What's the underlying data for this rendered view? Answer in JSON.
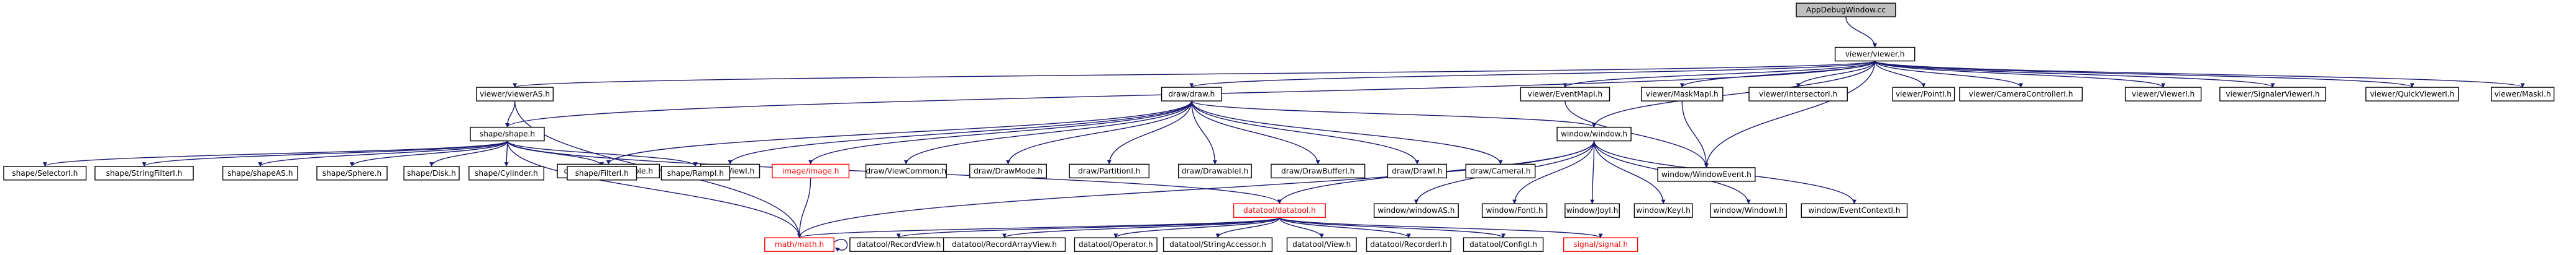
{
  "graph": {
    "colors": {
      "root_fill": "#bfbfbf",
      "node_fill": "#ffffff",
      "node_stroke": "#000000",
      "incomplete_stroke": "#ff0000",
      "edge": "#191970",
      "text": "#000000"
    },
    "nodes": [
      {
        "id": "appdebug",
        "label": "AppDebugWindow.cc",
        "type": "root"
      },
      {
        "id": "viewer",
        "label": "viewer/viewer.h",
        "type": "file"
      },
      {
        "id": "viewerAS",
        "label": "viewer/viewerAS.h",
        "type": "file"
      },
      {
        "id": "draw",
        "label": "draw/draw.h",
        "type": "file"
      },
      {
        "id": "eventMap",
        "label": "viewer/EventMapI.h",
        "type": "file"
      },
      {
        "id": "maskMap",
        "label": "viewer/MaskMapI.h",
        "type": "file"
      },
      {
        "id": "intersector",
        "label": "viewer/IntersectorI.h",
        "type": "file"
      },
      {
        "id": "pointI",
        "label": "viewer/PointI.h",
        "type": "file"
      },
      {
        "id": "camController",
        "label": "viewer/CameraControllerI.h",
        "type": "file"
      },
      {
        "id": "viewerI",
        "label": "viewer/ViewerI.h",
        "type": "file"
      },
      {
        "id": "signalerViewer",
        "label": "viewer/SignalerViewerI.h",
        "type": "file"
      },
      {
        "id": "quickViewer",
        "label": "viewer/QuickViewerI.h",
        "type": "file"
      },
      {
        "id": "maskI",
        "label": "viewer/MaskI.h",
        "type": "file"
      },
      {
        "id": "shape",
        "label": "shape/shape.h",
        "type": "file"
      },
      {
        "id": "camEditable",
        "label": "draw/CameraEditable.h",
        "type": "file"
      },
      {
        "id": "drawViewI",
        "label": "draw/ViewI.h",
        "type": "file"
      },
      {
        "id": "image",
        "label": "image/image.h",
        "type": "incomplete"
      },
      {
        "id": "viewCommon",
        "label": "draw/ViewCommon.h",
        "type": "file"
      },
      {
        "id": "drawMode",
        "label": "draw/DrawMode.h",
        "type": "file"
      },
      {
        "id": "partition",
        "label": "draw/PartitionI.h",
        "type": "file"
      },
      {
        "id": "drawable",
        "label": "draw/DrawableI.h",
        "type": "file"
      },
      {
        "id": "drawBuffer",
        "label": "draw/DrawBufferI.h",
        "type": "file"
      },
      {
        "id": "drawerI",
        "label": "draw/DrawI.h",
        "type": "file"
      },
      {
        "id": "cameraI",
        "label": "draw/CameraI.h",
        "type": "file"
      },
      {
        "id": "window",
        "label": "window/window.h",
        "type": "file"
      },
      {
        "id": "windowEvent",
        "label": "window/WindowEvent.h",
        "type": "file"
      },
      {
        "id": "selector",
        "label": "shape/SelectorI.h",
        "type": "file"
      },
      {
        "id": "stringFilter",
        "label": "shape/StringFilterI.h",
        "type": "file"
      },
      {
        "id": "shapeAS",
        "label": "shape/shapeAS.h",
        "type": "file"
      },
      {
        "id": "sphere",
        "label": "shape/Sphere.h",
        "type": "file"
      },
      {
        "id": "disk",
        "label": "shape/Disk.h",
        "type": "file"
      },
      {
        "id": "cylinder",
        "label": "shape/Cylinder.h",
        "type": "file"
      },
      {
        "id": "filterI",
        "label": "shape/FilterI.h",
        "type": "file"
      },
      {
        "id": "rampI",
        "label": "shape/RampI.h",
        "type": "file"
      },
      {
        "id": "datatool",
        "label": "datatool/datatool.h",
        "type": "incomplete"
      },
      {
        "id": "windowAS",
        "label": "window/windowAS.h",
        "type": "file"
      },
      {
        "id": "fontI",
        "label": "window/FontI.h",
        "type": "file"
      },
      {
        "id": "joyI",
        "label": "window/JoyI.h",
        "type": "file"
      },
      {
        "id": "keyI",
        "label": "window/KeyI.h",
        "type": "file"
      },
      {
        "id": "windowI",
        "label": "window/WindowI.h",
        "type": "file"
      },
      {
        "id": "eventContext",
        "label": "window/EventContextI.h",
        "type": "file"
      },
      {
        "id": "math",
        "label": "math/math.h",
        "type": "incomplete"
      },
      {
        "id": "recordView",
        "label": "datatool/RecordView.h",
        "type": "file"
      },
      {
        "id": "recordArrayView",
        "label": "datatool/RecordArrayView.h",
        "type": "file"
      },
      {
        "id": "operator",
        "label": "datatool/Operator.h",
        "type": "file"
      },
      {
        "id": "stringAccessor",
        "label": "datatool/StringAccessor.h",
        "type": "file"
      },
      {
        "id": "dtView",
        "label": "datatool/View.h",
        "type": "file"
      },
      {
        "id": "recorder",
        "label": "datatool/RecorderI.h",
        "type": "file"
      },
      {
        "id": "config",
        "label": "datatool/ConfigI.h",
        "type": "file"
      },
      {
        "id": "signal",
        "label": "signal/signal.h",
        "type": "incomplete"
      }
    ],
    "edges": [
      [
        "appdebug",
        "viewer"
      ],
      [
        "viewer",
        "viewerAS"
      ],
      [
        "viewer",
        "draw"
      ],
      [
        "viewer",
        "eventMap"
      ],
      [
        "viewer",
        "maskMap"
      ],
      [
        "viewer",
        "intersector"
      ],
      [
        "viewer",
        "pointI"
      ],
      [
        "viewer",
        "camController"
      ],
      [
        "viewer",
        "viewerI"
      ],
      [
        "viewer",
        "signalerViewer"
      ],
      [
        "viewer",
        "quickViewer"
      ],
      [
        "viewer",
        "maskI"
      ],
      [
        "viewer",
        "shape"
      ],
      [
        "viewer",
        "window"
      ],
      [
        "viewer",
        "windowEvent"
      ],
      [
        "viewerAS",
        "shape"
      ],
      [
        "viewerAS",
        "math"
      ],
      [
        "draw",
        "camEditable"
      ],
      [
        "draw",
        "drawViewI"
      ],
      [
        "draw",
        "image"
      ],
      [
        "draw",
        "viewCommon"
      ],
      [
        "draw",
        "drawMode"
      ],
      [
        "draw",
        "partition"
      ],
      [
        "draw",
        "drawable"
      ],
      [
        "draw",
        "drawBuffer"
      ],
      [
        "draw",
        "drawerI"
      ],
      [
        "draw",
        "cameraI"
      ],
      [
        "draw",
        "window"
      ],
      [
        "eventMap",
        "windowEvent"
      ],
      [
        "maskMap",
        "windowEvent"
      ],
      [
        "shape",
        "selector"
      ],
      [
        "shape",
        "stringFilter"
      ],
      [
        "shape",
        "shapeAS"
      ],
      [
        "shape",
        "sphere"
      ],
      [
        "shape",
        "disk"
      ],
      [
        "shape",
        "cylinder"
      ],
      [
        "shape",
        "filterI"
      ],
      [
        "shape",
        "rampI"
      ],
      [
        "shape",
        "datatool"
      ],
      [
        "shape",
        "math"
      ],
      [
        "image",
        "math"
      ],
      [
        "window",
        "datatool"
      ],
      [
        "window",
        "windowAS"
      ],
      [
        "window",
        "fontI"
      ],
      [
        "window",
        "joyI"
      ],
      [
        "window",
        "keyI"
      ],
      [
        "window",
        "windowI"
      ],
      [
        "window",
        "eventContext"
      ],
      [
        "window",
        "math"
      ],
      [
        "datatool",
        "math"
      ],
      [
        "datatool",
        "recordView"
      ],
      [
        "datatool",
        "recordArrayView"
      ],
      [
        "datatool",
        "operator"
      ],
      [
        "datatool",
        "stringAccessor"
      ],
      [
        "datatool",
        "dtView"
      ],
      [
        "datatool",
        "recorder"
      ],
      [
        "datatool",
        "config"
      ],
      [
        "datatool",
        "signal"
      ],
      [
        "math",
        "math"
      ]
    ]
  }
}
